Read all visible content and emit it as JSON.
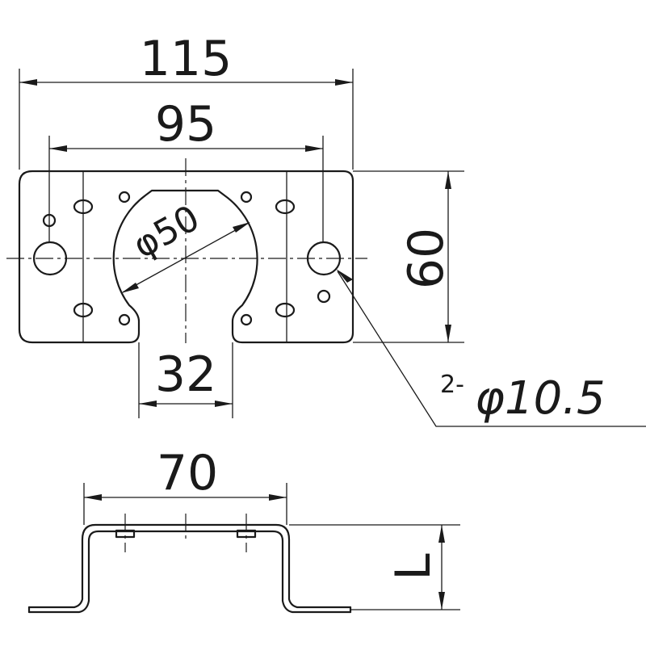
{
  "drawing": {
    "top_view": {
      "overall_width_label": "115",
      "hole_pitch_label": "95",
      "height_label": "60",
      "center_hole_label": "φ50",
      "slot_width_label": "32",
      "hole_callout": {
        "count_label": "2-",
        "diameter_label": "φ10.5"
      }
    },
    "side_view": {
      "width_label": "70",
      "height_label": "L"
    }
  }
}
